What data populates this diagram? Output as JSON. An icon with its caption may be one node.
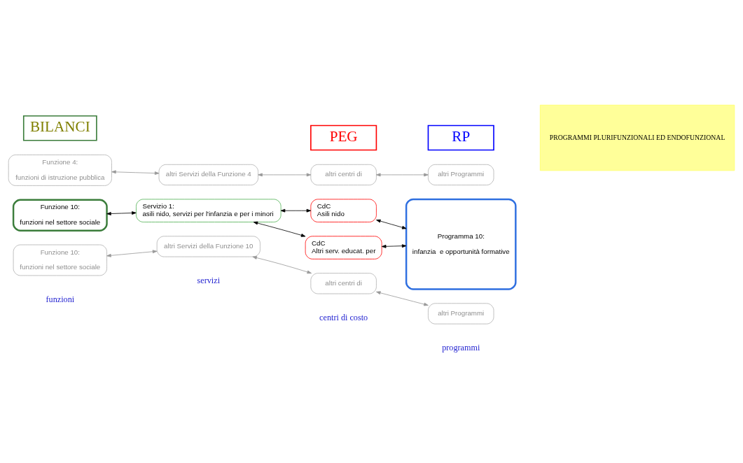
{
  "diagram": {
    "nodes": [
      {
        "text": [
          "BILANCI"
        ]
      },
      {
        "text": [
          "PEG"
        ]
      },
      {
        "text": [
          "RP"
        ]
      },
      {
        "text": [
          "Funzione 4:",
          "funzioni di istruzione pubblica"
        ]
      },
      {
        "text": [
          "altri Servizi della Funzione 4"
        ]
      },
      {
        "text": [
          "altri centri di"
        ]
      },
      {
        "text": [
          "altri Programmi"
        ]
      },
      {
        "text": [
          "Funzione 10:",
          "funzioni nel settore sociale"
        ]
      },
      {
        "text": [
          "Servizio 1:",
          "asili nido, servizi per l'infanzia e per i minori"
        ]
      },
      {
        "text": [
          "CdC",
          "Asili nido"
        ]
      },
      {
        "text": [
          "CdC",
          "Altri serv. educat. per"
        ]
      },
      {
        "text": [
          "Programma 10:",
          "infanzia  e opportunità formative"
        ]
      },
      {
        "text": [
          "PROGRAMMI PLURIFUNZIONALI ED ENDOFUNZIONAL"
        ]
      },
      {
        "text": [
          "Funzione 10:",
          "funzioni nel settore sociale"
        ]
      },
      {
        "text": [
          "altri Servizi della Funzione 10"
        ]
      },
      {
        "text": [
          "altri centri di"
        ]
      },
      {
        "text": [
          "altri Programmi"
        ]
      }
    ],
    "edges": [
      {
        "from": 3,
        "to": 4,
        "arrow": "both"
      },
      {
        "from": 4,
        "to": 5,
        "arrow": "both"
      },
      {
        "from": 5,
        "to": 6,
        "arrow": "both"
      },
      {
        "from": 7,
        "to": 8,
        "arrow": "both",
        "color": "#000000"
      },
      {
        "from": 8,
        "to": 9,
        "arrow": "both",
        "color": "#000000"
      },
      {
        "from": 8,
        "to": 10,
        "arrow": "both",
        "color": "#000000"
      },
      {
        "from": 9,
        "to": 11,
        "arrow": "both",
        "color": "#000000"
      },
      {
        "from": 10,
        "to": 11,
        "arrow": "both",
        "color": "#000000"
      },
      {
        "from": 13,
        "to": 14,
        "arrow": "both"
      },
      {
        "from": 14,
        "to": 15,
        "arrow": "both"
      },
      {
        "from": 15,
        "to": 16,
        "arrow": "both"
      }
    ],
    "labels": [
      "funzioni",
      "servizi",
      "centri di costo",
      "programmi"
    ]
  }
}
